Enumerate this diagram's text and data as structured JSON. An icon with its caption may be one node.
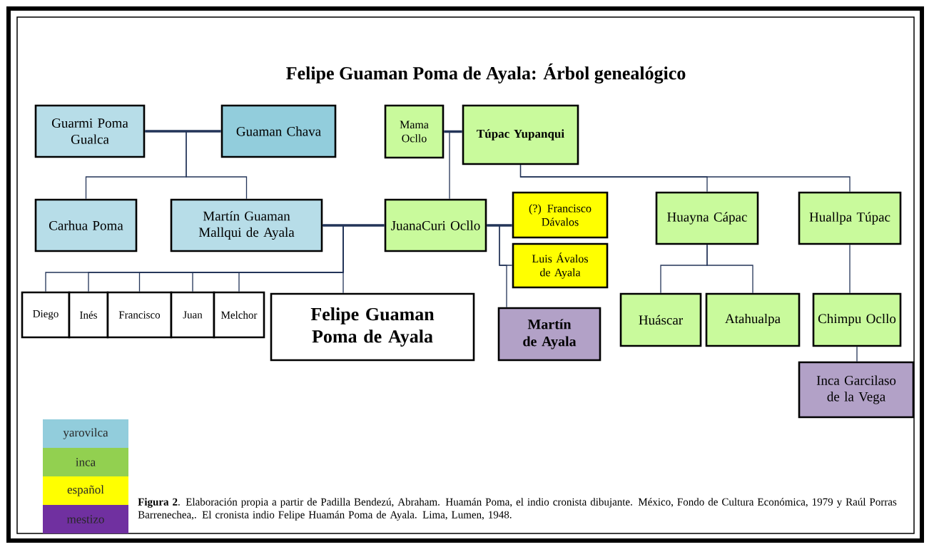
{
  "diagram": {
    "title": "Felipe Guaman Poma de Ayala: Árbol genealógico",
    "caption": "**Figura 2**. Elaboración propia a partir de Padilla Bendezú, Abraham. Huamán Poma, el indio cronista dibujante. México, Fondo de Cultura Económica, 1979 y Raúl Porras Barrenechea,. El cronista indio Felipe Huamán Poma de Ayala. Lima, Lumen, 1948.",
    "nodes": [
      {
        "text": [
          "Guarmi Poma Gualca"
        ]
      },
      {
        "text": [
          "Guaman Chava"
        ]
      },
      {
        "text": [
          "Carhua Poma"
        ]
      },
      {
        "text": [
          "Martín Guaman Mallqui de Ayala"
        ]
      },
      {
        "text": [
          "Mama Ocllo"
        ]
      },
      {
        "text": [
          "Túpac Yupanqui"
        ]
      },
      {
        "text": [
          "JuanaCuri Ocllo"
        ]
      },
      {
        "text": [
          "(?) Francisco Dávalos"
        ]
      },
      {
        "text": [
          "Luis Ávalos de Ayala"
        ]
      },
      {
        "text": [
          "Huayna Cápac"
        ]
      },
      {
        "text": [
          "Huallpa Túpac"
        ]
      },
      {
        "text": [
          "Diego"
        ]
      },
      {
        "text": [
          "Inés"
        ]
      },
      {
        "text": [
          "Francisco"
        ]
      },
      {
        "text": [
          "Juan"
        ]
      },
      {
        "text": [
          "Melchor"
        ]
      },
      {
        "text": [
          "Felipe Guaman Poma de Ayala"
        ]
      },
      {
        "text": [
          "Martín de Ayala"
        ]
      },
      {
        "text": [
          "Huáscar"
        ]
      },
      {
        "text": [
          "Atahualpa"
        ]
      },
      {
        "text": [
          "Chimpu Ocllo"
        ]
      },
      {
        "text": [
          "Inca Garcilaso de la Vega"
        ]
      }
    ],
    "edges": [
      {
        "from": 0,
        "to": 1,
        "arrow": "none",
        "style": "thick"
      },
      {
        "from": 0,
        "to": 2,
        "arrow": "none"
      },
      {
        "from": 0,
        "to": 3,
        "arrow": "none"
      },
      {
        "from": 4,
        "to": 5,
        "arrow": "none",
        "style": "thick"
      },
      {
        "from": 4,
        "to": 6,
        "arrow": "none"
      },
      {
        "from": 5,
        "to": 9,
        "arrow": "none"
      },
      {
        "from": 5,
        "to": 10,
        "arrow": "none"
      },
      {
        "from": 3,
        "to": 6,
        "arrow": "none",
        "style": "thick"
      },
      {
        "from": 3,
        "to": 11,
        "arrow": "none"
      },
      {
        "from": 3,
        "to": 12,
        "arrow": "none"
      },
      {
        "from": 3,
        "to": 13,
        "arrow": "none"
      },
      {
        "from": 3,
        "to": 14,
        "arrow": "none"
      },
      {
        "from": 3,
        "to": 15,
        "arrow": "none"
      },
      {
        "from": 3,
        "to": 16,
        "arrow": "none"
      },
      {
        "from": 6,
        "to": 7,
        "arrow": "none",
        "style": "thick"
      },
      {
        "from": 6,
        "to": 8,
        "arrow": "none"
      },
      {
        "from": 6,
        "to": 17,
        "arrow": "none"
      },
      {
        "from": 9,
        "to": 18,
        "arrow": "none"
      },
      {
        "from": 9,
        "to": 19,
        "arrow": "none"
      },
      {
        "from": 10,
        "to": 20,
        "arrow": "none"
      },
      {
        "from": 20,
        "to": 21,
        "arrow": "none"
      }
    ],
    "legend": [
      {
        "text": "yarovilca",
        "color": "#92cddc"
      },
      {
        "text": "inca",
        "color": "#92d050"
      },
      {
        "text": "español",
        "color": "#ffff00"
      },
      {
        "text": "mestizo",
        "color": "#7030a0"
      }
    ]
  }
}
